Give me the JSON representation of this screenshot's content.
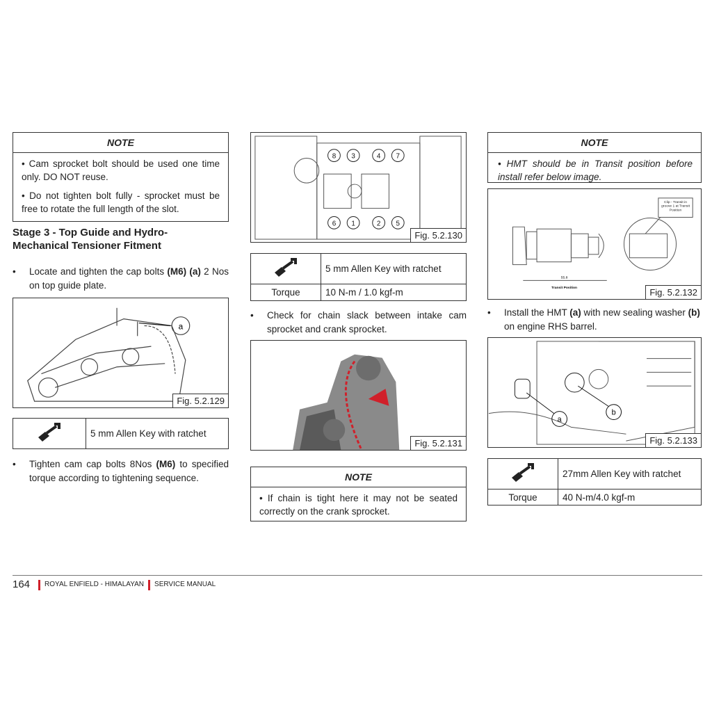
{
  "col1": {
    "note": {
      "title": "NOTE",
      "items": [
        "• Cam sprocket bolt should be used one time only. DO NOT reuse.",
        "• Do not tighten bolt fully - sprocket must be free to rotate the full length of the slot."
      ]
    },
    "heading": "Stage 3 - Top Guide and Hydro-Mechanical Tensioner Fitment",
    "bullet1": {
      "pre": "Locate and tighten the cap bolts ",
      "b1": "(M6) (a)",
      "post": " 2 Nos on top guide plate."
    },
    "fig129": {
      "label": "Fig. 5.2.129",
      "callout": "a"
    },
    "tool": {
      "icon": "wrench-hand-icon",
      "label": "5 mm Allen Key with ratchet"
    },
    "bullet2": {
      "pre": "Tighten cam cap bolts 8Nos ",
      "b1": "(M6)",
      "post": " to specified torque according to tightening sequence."
    }
  },
  "col2": {
    "fig130": {
      "label": "Fig. 5.2.130",
      "numbers_top": [
        "8",
        "3",
        "4",
        "7"
      ],
      "numbers_bottom": [
        "6",
        "1",
        "2",
        "5"
      ]
    },
    "tool": {
      "icon": "wrench-hand-icon",
      "label": "5 mm Allen Key with ratchet",
      "torque_label": "Torque",
      "torque_value": "10 N-m / 1.0 kgf-m"
    },
    "bullet": "Check for chain slack between intake cam sprocket and crank sprocket.",
    "fig131": {
      "label": "Fig. 5.2.131"
    },
    "note": {
      "title": "NOTE",
      "items": [
        "• If chain is tight here it may not be seated correctly on the crank sprocket."
      ]
    }
  },
  "col3": {
    "note": {
      "title": "NOTE",
      "items": [
        "• HMT should be in Transit position before install refer below image."
      ]
    },
    "fig132": {
      "label": "Fig. 5.2.132",
      "clip_text": "Clip - Transit in groove 1 at Transit Position",
      "dimension": "55.8",
      "caption": "Transit Position"
    },
    "bullet": {
      "pre": "Install the HMT ",
      "b1": "(a)",
      "mid": " with new sealing washer ",
      "b2": "(b)",
      "post": " on engine RHS barrel."
    },
    "fig133": {
      "label": "Fig. 5.2.133",
      "callout_a": "a",
      "callout_b": "b"
    },
    "tool": {
      "icon": "wrench-hand-icon",
      "label": "27mm Allen Key with ratchet",
      "torque_label": "Torque",
      "torque_value": "40 N-m/4.0 kgf-m"
    }
  },
  "footer": {
    "page": "164",
    "brand": "ROYAL ENFIELD - HIMALAYAN",
    "manual": "SERVICE MANUAL",
    "accent": "#d0202a"
  }
}
